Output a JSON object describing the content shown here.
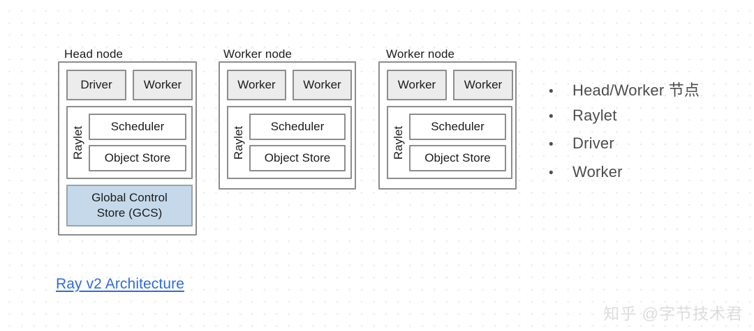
{
  "diagram": {
    "nodes": [
      {
        "title": "Head node",
        "processes": [
          "Driver",
          "Worker"
        ],
        "raylet_label": "Raylet",
        "raylet_components": [
          "Scheduler",
          "Object Store"
        ],
        "gcs": {
          "line1": "Global Control",
          "line2": "Store (GCS)"
        }
      },
      {
        "title": "Worker node",
        "processes": [
          "Worker",
          "Worker"
        ],
        "raylet_label": "Raylet",
        "raylet_components": [
          "Scheduler",
          "Object Store"
        ]
      },
      {
        "title": "Worker node",
        "processes": [
          "Worker",
          "Worker"
        ],
        "raylet_label": "Raylet",
        "raylet_components": [
          "Scheduler",
          "Object Store"
        ]
      }
    ]
  },
  "bullets": [
    {
      "marker": "•",
      "label": "Head/Worker 节点"
    },
    {
      "marker": "•",
      "label": "Raylet"
    },
    {
      "marker": "•",
      "label": "Driver"
    },
    {
      "marker": "•",
      "label": "Worker"
    }
  ],
  "link": {
    "label": "Ray v2 Architecture"
  },
  "watermark": {
    "label": "知乎 @字节技术君"
  },
  "colors": {
    "process_fill": "#ececec",
    "gcs_fill": "#c5d9ea",
    "border": "#8c8c8c",
    "link": "#2f6bd8",
    "bullet_text": "#4c4c4c",
    "watermark": "#dcdcdc",
    "dot_grid": "#e9e9ec"
  }
}
